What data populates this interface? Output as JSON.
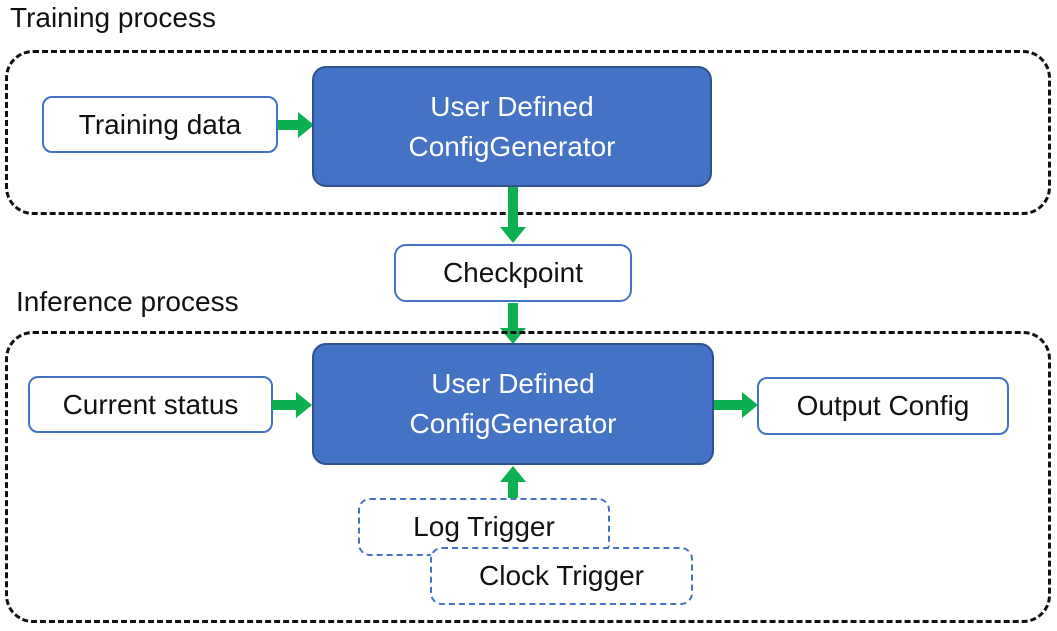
{
  "diagram": {
    "labels": {
      "training_process": "Training process",
      "inference_process": "Inference process"
    },
    "nodes": {
      "training_data": "Training data",
      "train_generator": {
        "line1": "User Defined",
        "line2": "ConfigGenerator"
      },
      "checkpoint": "Checkpoint",
      "current_status": "Current status",
      "infer_generator": {
        "line1": "User Defined",
        "line2": "ConfigGenerator"
      },
      "output_config": "Output Config",
      "log_trigger": "Log Trigger",
      "clock_trigger": "Clock Trigger"
    },
    "edges": [
      {
        "from": "training_data",
        "to": "train_generator"
      },
      {
        "from": "train_generator",
        "to": "checkpoint"
      },
      {
        "from": "checkpoint",
        "to": "infer_generator"
      },
      {
        "from": "current_status",
        "to": "infer_generator"
      },
      {
        "from": "infer_generator",
        "to": "output_config"
      },
      {
        "from": "log_trigger",
        "to": "infer_generator"
      }
    ],
    "colors": {
      "accent_blue": "#4472C4",
      "accent_blue_dark": "#2F528F",
      "arrow_green": "#0DB050",
      "container_dash": "#111111",
      "text": "#111111",
      "node_text_on_blue": "#FFFFFF"
    }
  }
}
